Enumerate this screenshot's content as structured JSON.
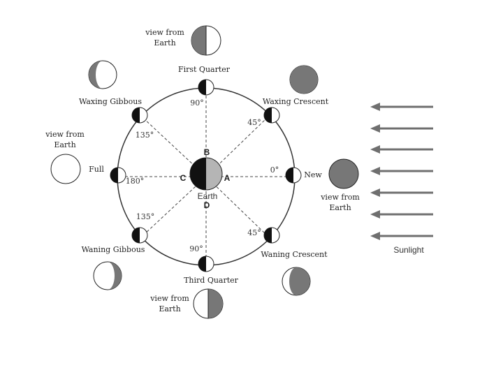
{
  "colors": {
    "dark": "#777777",
    "light": "#ffffff",
    "black": "#111111",
    "earth_light": "#b5b5b5",
    "arrow": "#6f6f6f",
    "line": "#333333"
  },
  "phases": {
    "first_quarter": "First Quarter",
    "waxing_crescent": "Waxing Crescent",
    "waxing_gibbous": "Waxing Gibbous",
    "full": "Full",
    "new": "New",
    "waning_gibbous": "Waning Gibbous",
    "waning_crescent": "Waning Crescent",
    "third_quarter": "Third Quarter"
  },
  "angles": {
    "a90_top": "90°",
    "a45_top": "45°",
    "a135_top": "135°",
    "a180": "180°",
    "a0": "0°",
    "a135_bottom": "135°",
    "a45_bottom": "45°",
    "a90_bottom": "90°"
  },
  "earth": {
    "label": "Earth",
    "a": "A",
    "b": "B",
    "c": "C",
    "d": "D"
  },
  "view_from_earth": "view from Earth",
  "sunlight": "Sunlight"
}
